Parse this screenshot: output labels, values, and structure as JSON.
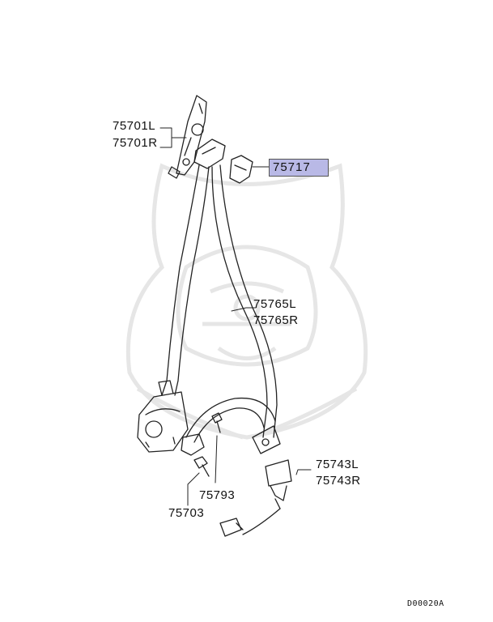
{
  "parts": {
    "anchor_upper": [
      "75701L",
      "75701R"
    ],
    "cover_highlighted": "75717",
    "belt_assembly": [
      "75765L",
      "75765R"
    ],
    "buckle": [
      "75743L",
      "75743R"
    ],
    "bolt_a": "75793",
    "bolt_b": "75703"
  },
  "diagram_code": "D00020A",
  "colors": {
    "highlight": "#b9b9e6",
    "line": "#222222",
    "watermark": "#e8e8e8"
  }
}
